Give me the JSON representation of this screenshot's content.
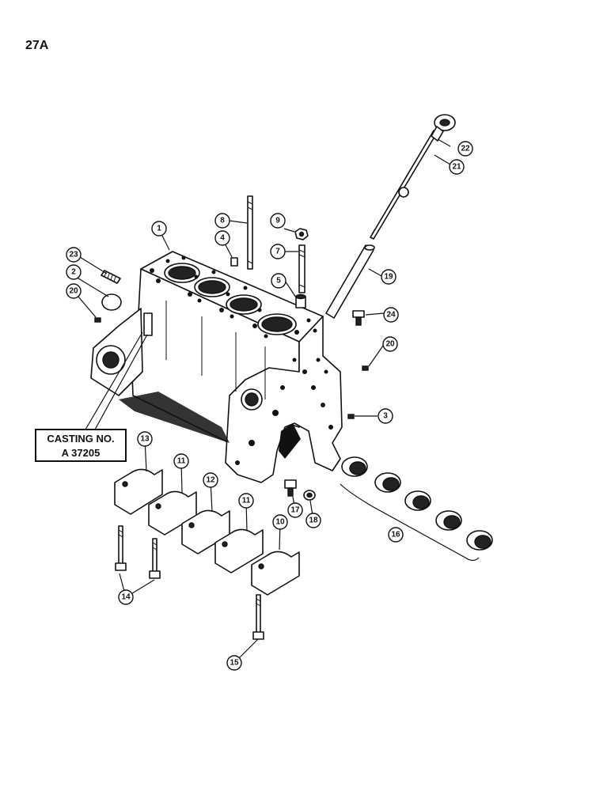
{
  "page_label": "27A",
  "casting_note": {
    "line1": "CASTING NO.",
    "line2": "A 37205"
  },
  "callouts": [
    "1",
    "2",
    "3",
    "4",
    "5",
    "7",
    "8",
    "9",
    "10",
    "11",
    "11",
    "12",
    "13",
    "14",
    "15",
    "16",
    "17",
    "18",
    "19",
    "20",
    "20",
    "21",
    "22",
    "23",
    "24"
  ]
}
